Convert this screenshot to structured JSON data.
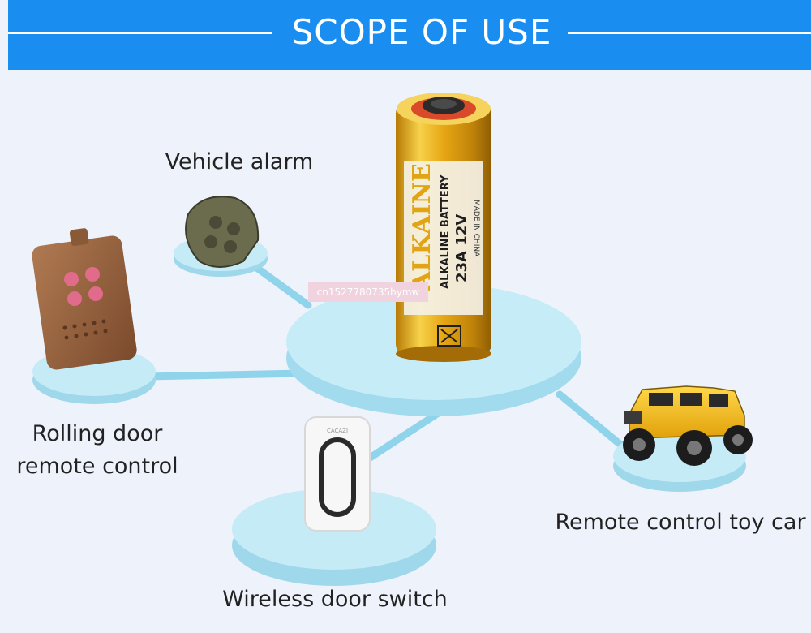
{
  "header": {
    "title": "SCOPE OF USE"
  },
  "labels": {
    "vehicle_alarm": "Vehicle alarm",
    "rolling_door_line1": "Rolling door",
    "rolling_door_line2": "remote control",
    "toy_car": "Remote control toy car",
    "door_switch": "Wireless door switch"
  },
  "battery": {
    "brand": "ALKAINE",
    "type_line": "ALKALINE BATTERY",
    "model": "23A 12V",
    "origin": "MADE IN CHINA"
  },
  "doorbell": {
    "brand": "CACAZI"
  },
  "watermark": {
    "text": "cn1527780735hymw"
  },
  "colors": {
    "banner": "#1a8df0",
    "disc": "#b9e6f3",
    "connector": "#8fd4ea",
    "battery_gold": "#e2a412"
  }
}
